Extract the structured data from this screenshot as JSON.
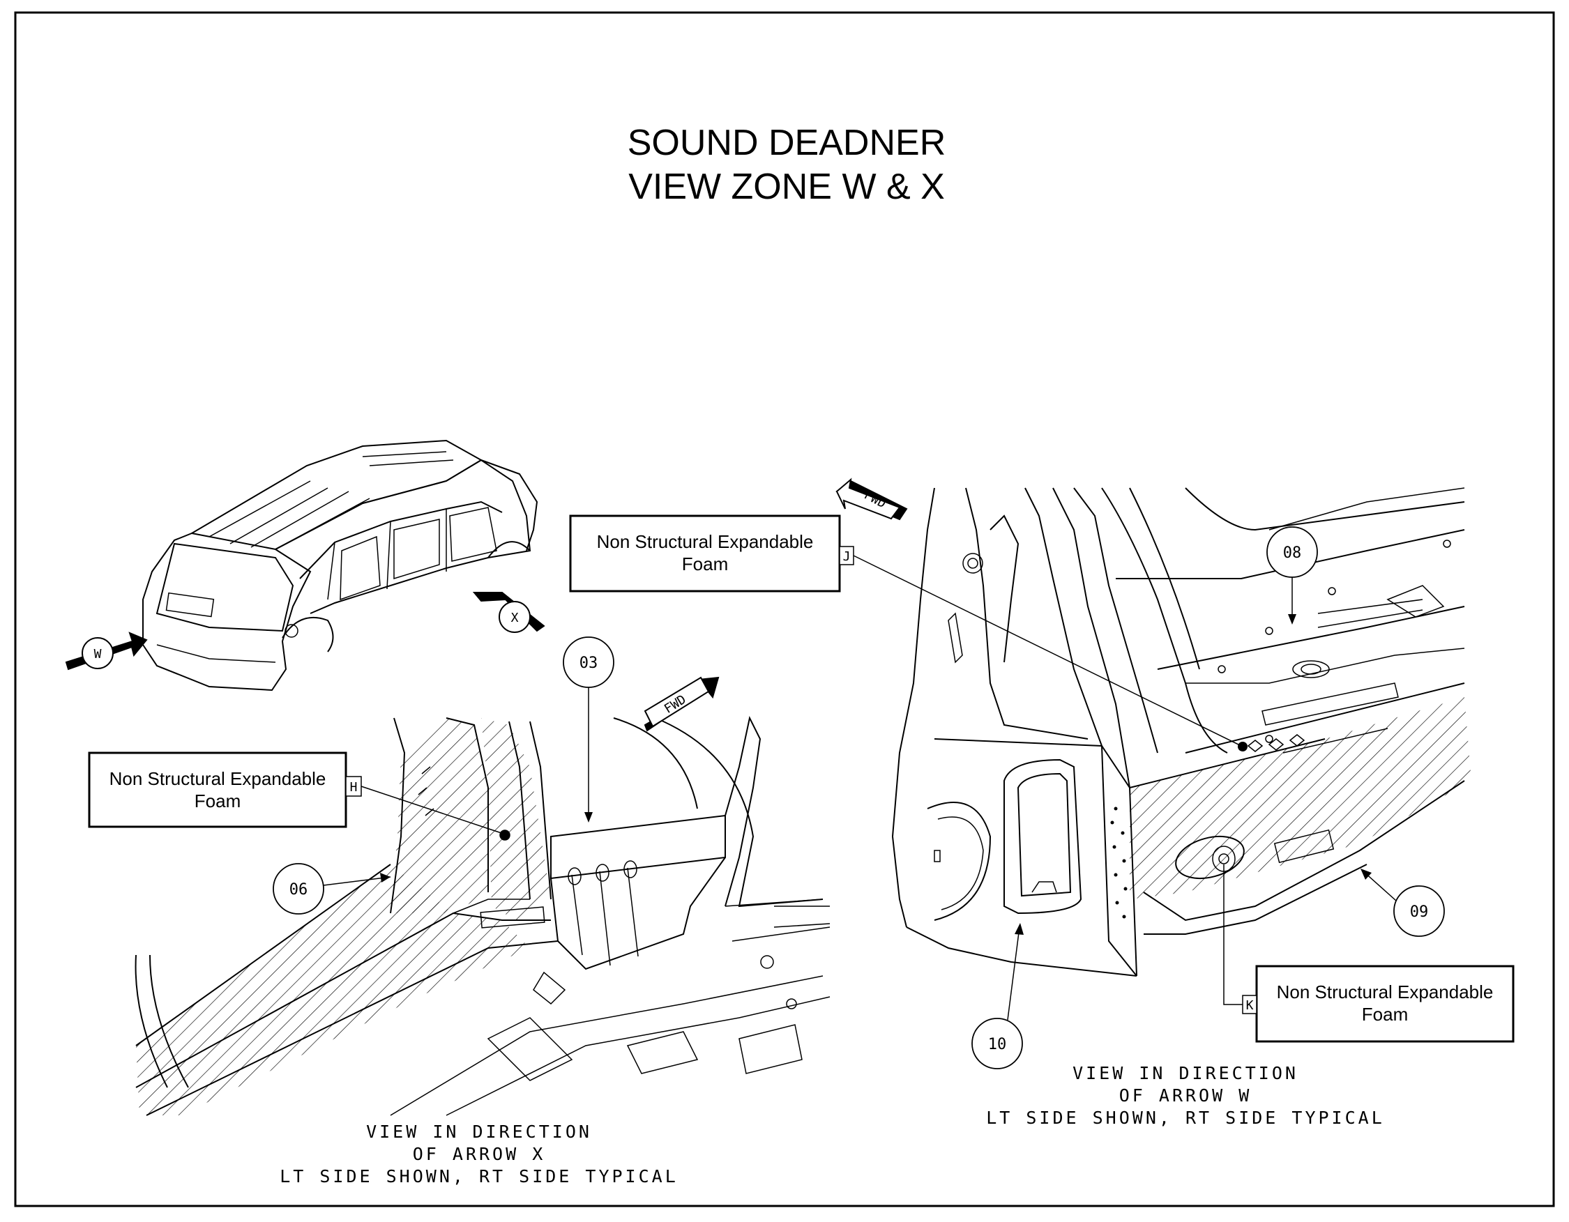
{
  "title": {
    "line1": "SOUND DEADNER",
    "line2": "VIEW ZONE W & X"
  },
  "callouts": {
    "h": {
      "line1": "Non Structural Expandable",
      "line2": "Foam",
      "flag": "H"
    },
    "j": {
      "line1": "Non Structural Expandable",
      "line2": "Foam",
      "flag": "J"
    },
    "k": {
      "line1": "Non Structural Expandable",
      "line2": "Foam",
      "flag": "K"
    }
  },
  "arrows": {
    "w": "W",
    "x": "X",
    "fwd_left": "FWD",
    "fwd_right": "FWD"
  },
  "balloons": {
    "b03": "03",
    "b06": "06",
    "b08": "08",
    "b09": "09",
    "b10": "10"
  },
  "captions": {
    "left": {
      "line1": "VIEW IN DIRECTION",
      "line2": "OF ARROW X",
      "line3": "LT SIDE SHOWN, RT SIDE TYPICAL"
    },
    "right": {
      "line1": "VIEW IN DIRECTION",
      "line2": "OF ARROW W",
      "line3": "LT SIDE SHOWN, RT SIDE TYPICAL"
    }
  }
}
